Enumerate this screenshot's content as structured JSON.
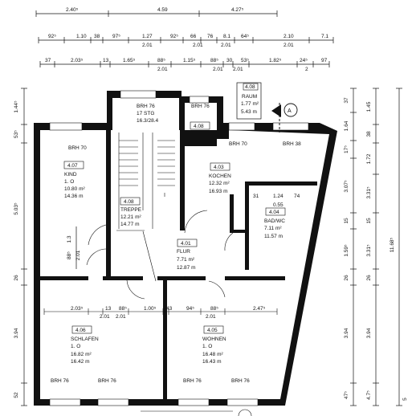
{
  "dimensions": {
    "row1": [
      "2.40⁵",
      "4.59",
      "4.27⁵"
    ],
    "row2": [
      "92⁵",
      "1.10",
      "38",
      "97⁵",
      "1.27",
      "92⁵",
      "66",
      "76",
      "8.1",
      "2.01",
      "64⁵",
      "2.10",
      "7.1"
    ],
    "row2_sub": [
      "2.01",
      "2.01",
      "2.01"
    ],
    "row3": [
      "37",
      "2.03⁵",
      "13",
      "1.65⁵",
      "88⁵",
      "1.15⁵",
      "88⁵",
      "30",
      "53⁵",
      "1.82⁵",
      "24⁵",
      "97"
    ],
    "row3_sub": [
      "2.01",
      "2.01",
      "2.01",
      "2"
    ],
    "inner_top": [
      "2.03⁵",
      "13",
      "88⁵",
      "1.00⁵",
      "43",
      "94⁵",
      "88⁵",
      "2.47⁵"
    ],
    "inner_sub": [
      "2.01",
      "2.01",
      "2.01"
    ],
    "left_col": [
      "1.44⁵",
      "53⁵",
      "5.03⁵",
      "26",
      "3.94",
      "52"
    ],
    "left_small": [
      "1.3",
      "88⁵",
      "2.01"
    ],
    "right_col1": [
      "37",
      "1.64",
      "17⁵",
      "3.07⁵",
      "15",
      "1.59⁵",
      "26",
      "3.94",
      "47⁵"
    ],
    "right_col2": [
      "1.45",
      "38",
      "1.72",
      "3.31⁵",
      "15",
      "3.31⁵",
      "26",
      "3.94",
      "4.7⁵"
    ],
    "right_total": "11.68⁵",
    "right_far": [
      "5"
    ],
    "bad_dims": [
      "31",
      "1.24",
      "74",
      "0.55"
    ]
  },
  "rooms": [
    {
      "id": "4.07",
      "name": "KIND",
      "l1": "1. O",
      "l2": "10.80 m²",
      "l3": "14.36 m"
    },
    {
      "id": "4.08",
      "name": "TREPPE",
      "l1": "12.21 m²",
      "l2": "14.77 m"
    },
    {
      "id": "4.03",
      "name": "KOCHEN",
      "l1": "12.32 m²",
      "l2": "16.93 m"
    },
    {
      "id": "4.04",
      "name": "BAD/WC",
      "l1": "7.11 m²",
      "l2": "11.57 m"
    },
    {
      "id": "4.01",
      "name": "FLUR",
      "l1": "7.71 m²",
      "l2": "12.87 m"
    },
    {
      "id": "4.06",
      "name": "SCHLAFEN",
      "l1": "1. O",
      "l2": "16.82 m²",
      "l3": "16.42 m"
    },
    {
      "id": "4.05",
      "name": "WOHNEN",
      "l1": "1. O",
      "l2": "16.48 m²",
      "l3": "16.43 m"
    }
  ],
  "raum": {
    "id": "4.08",
    "title": "RAUM",
    "l1": "1.77 m²",
    "l2": "5.43 m"
  },
  "stair": {
    "brh": "BRH 76",
    "stg": "17 STG",
    "ratio": "16.3/28.4"
  },
  "small_room": {
    "brh": "BRH 76",
    "id": "4.08"
  },
  "section_marker": "A",
  "brh": {
    "kind": "BRH 70",
    "kochen1": "BRH 70",
    "kochen2": "BRH 38",
    "schlafen1": "BRH 76",
    "schlafen2": "BRH 76",
    "wohnen1": "BRH 76",
    "wohnen2": "BRH 76"
  }
}
